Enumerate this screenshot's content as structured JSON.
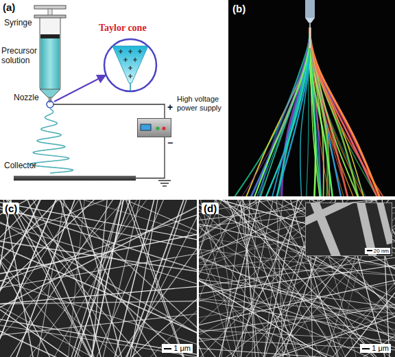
{
  "diagram": {
    "nodes": [
      {
        "text": [
          "Taylor cone"
        ]
      },
      {
        "text": [
          "High voltage power supply"
        ]
      },
      {
        "text": [
          "Collector"
        ]
      },
      {
        "text": [
          "(b)"
        ]
      },
      {
        "text": [
          "(c)",
          "1 μm"
        ]
      },
      {
        "text": [
          "(d)",
          "1 μm"
        ]
      },
      {
        "text": [
          "20 nm"
        ],
        "in": 5
      }
    ],
    "edges": [
      {
        "from": 1,
        "to": 2,
        "arrow": "none"
      }
    ],
    "labels": [
      "(a)",
      "Syringe",
      "Precursor solution",
      "Nozzle",
      "+",
      "−"
    ]
  }
}
